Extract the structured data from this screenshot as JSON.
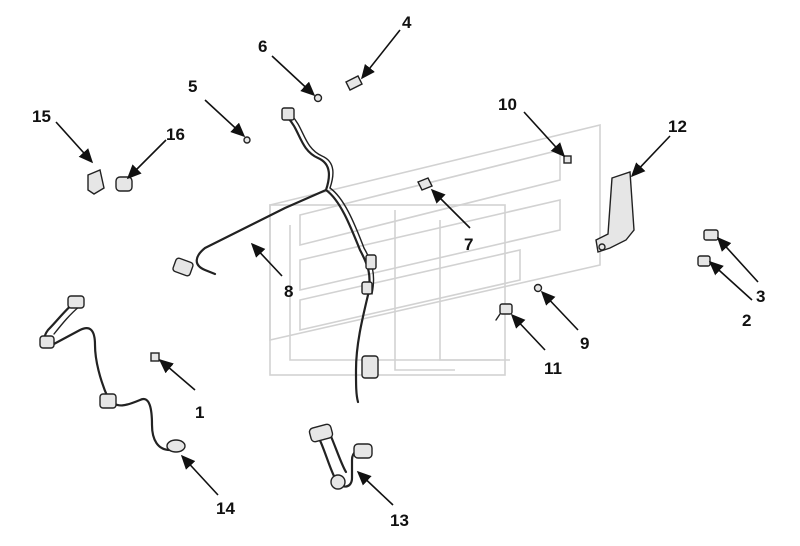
{
  "colors": {
    "background": "#ffffff",
    "ink": "#222222",
    "watermark": "#d2d2d2"
  },
  "callouts": [
    {
      "id": "1",
      "label": "1"
    },
    {
      "id": "2",
      "label": "2"
    },
    {
      "id": "3",
      "label": "3"
    },
    {
      "id": "4",
      "label": "4"
    },
    {
      "id": "5",
      "label": "5"
    },
    {
      "id": "6",
      "label": "6"
    },
    {
      "id": "7",
      "label": "7"
    },
    {
      "id": "8",
      "label": "8"
    },
    {
      "id": "9",
      "label": "9"
    },
    {
      "id": "10",
      "label": "10"
    },
    {
      "id": "11",
      "label": "11"
    },
    {
      "id": "12",
      "label": "12"
    },
    {
      "id": "13",
      "label": "13"
    },
    {
      "id": "14",
      "label": "14"
    },
    {
      "id": "15",
      "label": "15"
    },
    {
      "id": "16",
      "label": "16"
    }
  ]
}
